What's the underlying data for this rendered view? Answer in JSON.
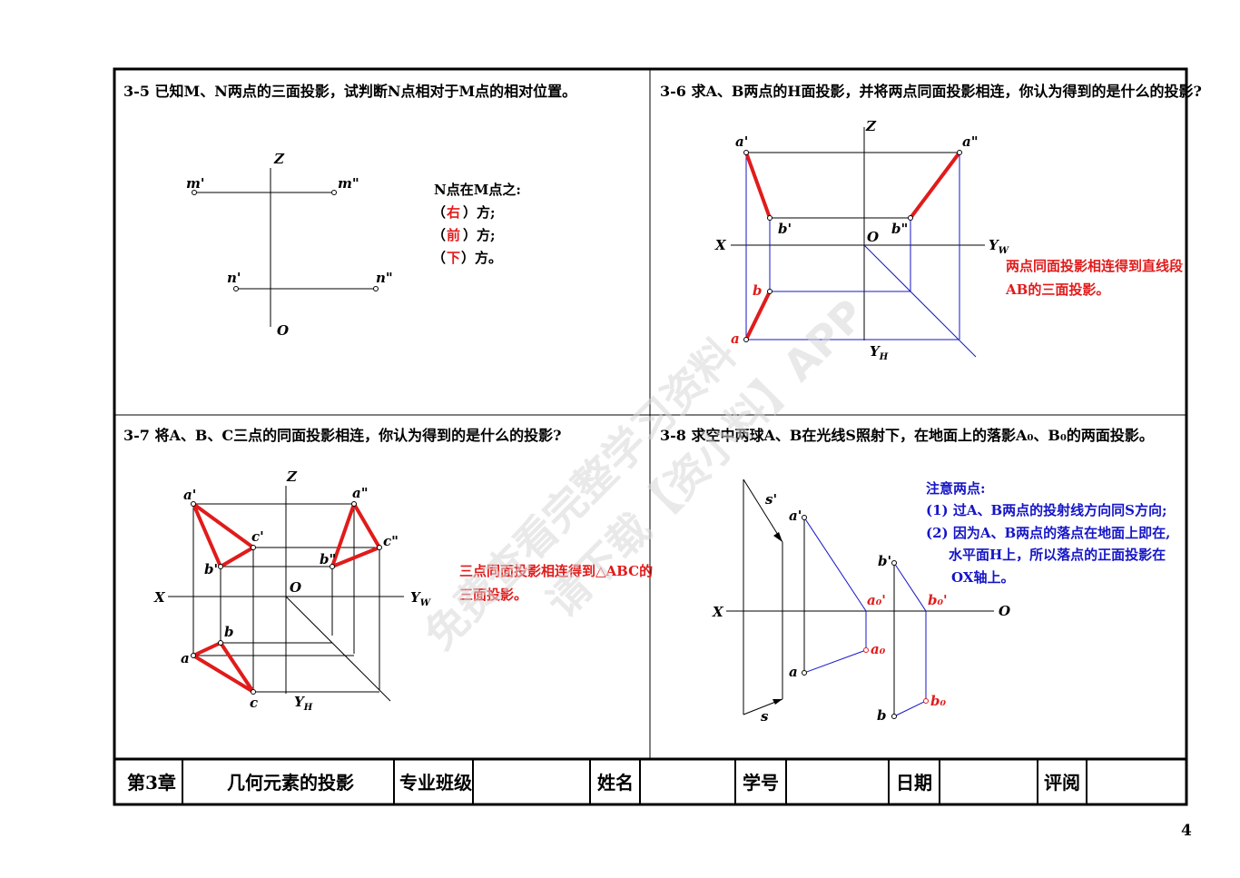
{
  "panels": {
    "p35": {
      "title": "3-5 已知M、N两点的三面投影，试判断N点相对于M点的相对位置。",
      "axis_z": "Z",
      "axis_o": "O",
      "m_front": "m'",
      "m_side": "m\"",
      "n_front": "n'",
      "n_side": "n\"",
      "answer_head": "N点在M点之:",
      "answers": [
        {
          "open": "（",
          "value": "右",
          "close": "）方;"
        },
        {
          "open": "（",
          "value": "前",
          "close": "）方;"
        },
        {
          "open": "（",
          "value": "下",
          "close": "）方。"
        }
      ]
    },
    "p36": {
      "title": "3-6 求A、B两点的H面投影，并将两点同面投影相连，你认为得到的是什么的投影?",
      "axis_z": "Z",
      "axis_x": "X",
      "axis_o": "O",
      "axis_yw": "Y",
      "axis_yw_sub": "W",
      "axis_yh": "Y",
      "axis_yh_sub": "H",
      "a_front": "a'",
      "a_side": "a\"",
      "b_front": "b'",
      "b_side": "b\"",
      "b_top": "b",
      "a_top": "a",
      "note_line1": "两点同面投影相连得到直线段",
      "note_line2": "AB的三面投影。"
    },
    "p37": {
      "title": "3-7 将A、B、C三点的同面投影相连，你认为得到的是什么的投影?",
      "axis_z": "Z",
      "axis_x": "X",
      "axis_o": "O",
      "axis_yw": "Y",
      "axis_yw_sub": "W",
      "axis_yh": "Y",
      "axis_yh_sub": "H",
      "a_front": "a'",
      "b_front": "b'",
      "c_front": "c'",
      "a_side": "a\"",
      "b_side": "b\"",
      "c_side": "c\"",
      "a_top": "a",
      "b_top": "b",
      "c_top": "c",
      "note_line1": "三点同面投影相连得到△ABC的",
      "note_line2": "三面投影。"
    },
    "p38": {
      "title": "3-8 求空中两球A、B在光线S照射下，在地面上的落影A₀、B₀的两面投影。",
      "axis_x": "X",
      "axis_o": "O",
      "s_front": "s'",
      "s_top": "s",
      "a_front": "a'",
      "a_top": "a",
      "b_front": "b'",
      "b_top": "b",
      "a0_front": "a₀'",
      "a0_top": "a₀",
      "b0_front": "b₀'",
      "b0_top": "b₀",
      "note_head": "注意两点:",
      "note_line1": "(1) 过A、B两点的投射线方向同S方向;",
      "note_line2": "(2) 因为A、B两点的落点在地面上即在,",
      "note_line3": "水平面H上，所以落点的正面投影在",
      "note_line4": "OX轴上。"
    }
  },
  "footer": {
    "chapter": "第3章",
    "chapter_title": "几何元素的投影",
    "class_label": "专业班级",
    "name_label": "姓名",
    "id_label": "学号",
    "date_label": "日期",
    "review_label": "评阅"
  },
  "page_number": "4",
  "watermark_1": "免费查看完整学习资料",
  "watermark_2": "请下载【资小料】APP",
  "colors": {
    "frame": "#000000",
    "answer_red": "#e11b1b",
    "projection_blue": "#1515c8",
    "watermark": "#d8d8d8"
  }
}
